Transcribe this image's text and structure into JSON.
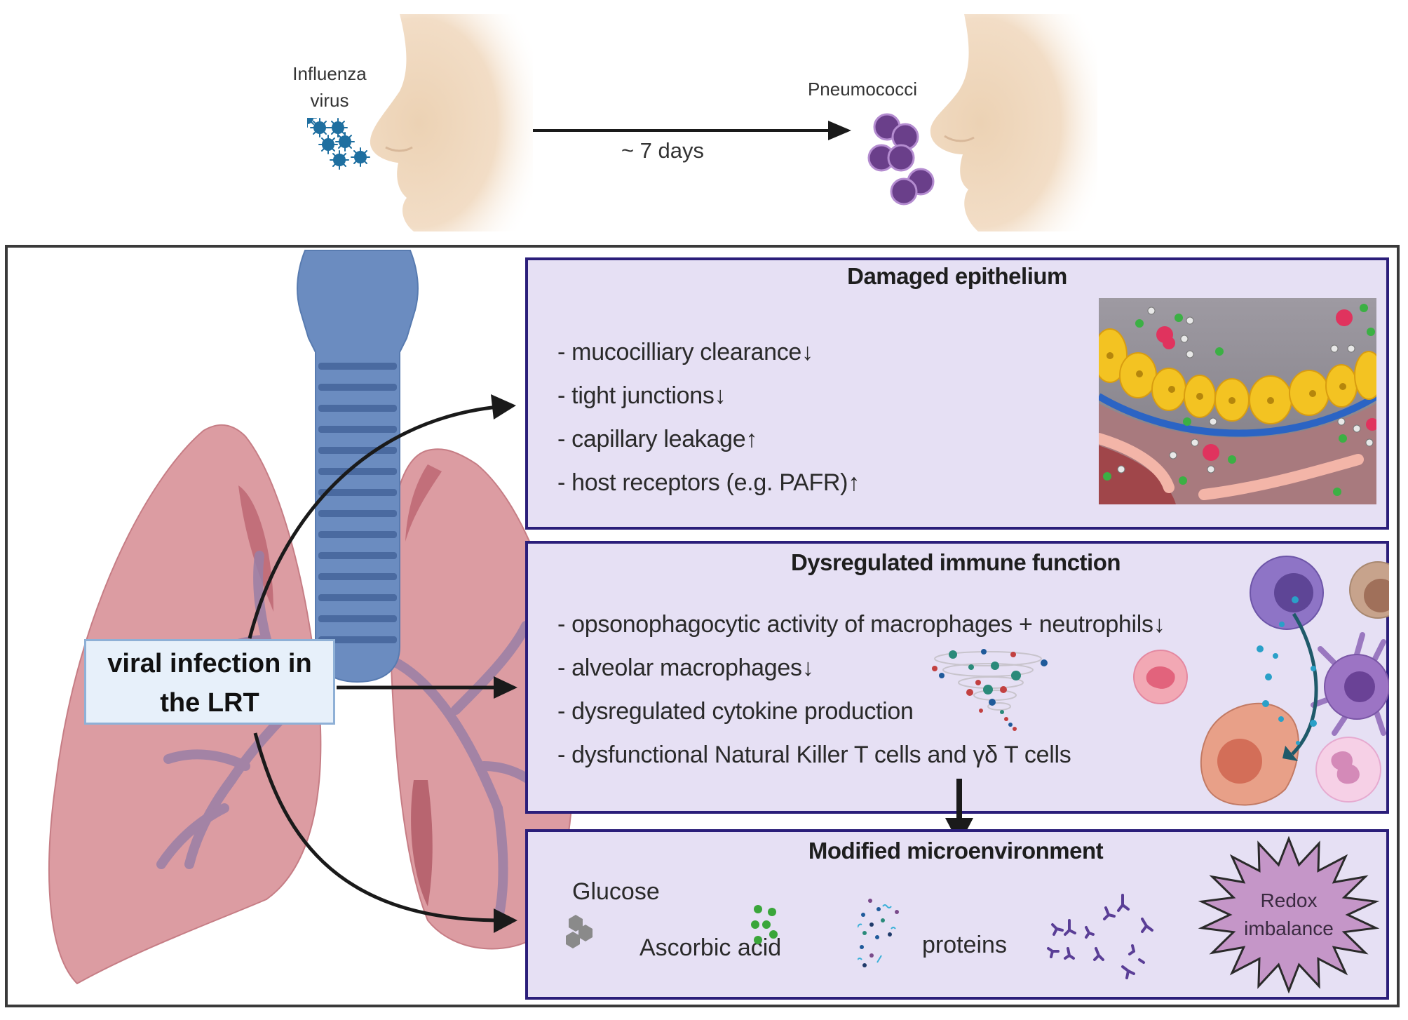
{
  "top": {
    "virus_label": "Influenza\nvirus",
    "virus_label_line1": "Influenza",
    "virus_label_line2": "virus",
    "interval_label": "~ 7 days",
    "bacteria_label": "Pneumococci"
  },
  "lrt_label": {
    "line1": "viral infection in",
    "line2": "the LRT"
  },
  "panels": [
    {
      "title": "Damaged epithelium",
      "items": [
        {
          "text": "- mucocilliary clearance",
          "trend": "↓"
        },
        {
          "text": "- tight junctions",
          "trend": "↓"
        },
        {
          "text": "- capillary leakage",
          "trend": "↑"
        },
        {
          "text": "- host receptors (e.g. PAFR)",
          "trend": "↑"
        }
      ]
    },
    {
      "title": "Dysregulated immune function",
      "items": [
        {
          "text": "- opsonophagocytic activity of macrophages + neutrophils",
          "trend": "↓"
        },
        {
          "text": "- alveolar macrophages",
          "trend": "↓"
        },
        {
          "text": "- dysregulated cytokine production",
          "trend": ""
        },
        {
          "text": "- dysfunctional Natural Killer T cells and γδ T cells",
          "trend": ""
        }
      ]
    },
    {
      "title": "Modified microenvironment",
      "labels": {
        "glucose": "Glucose",
        "ascorbic": "Ascorbic acid",
        "proteins": "proteins",
        "redox_line1": "Redox",
        "redox_line2": "imbalance"
      }
    }
  ],
  "colors": {
    "panel_fill": "#e6e0f4",
    "panel_border": "#2b1e7a",
    "trachea": "#6b8cc0",
    "lung": "#dc9ca2",
    "virus": "#1f6fa0",
    "pneumococci": "#6a3f8a",
    "redox": "#c596c8"
  }
}
